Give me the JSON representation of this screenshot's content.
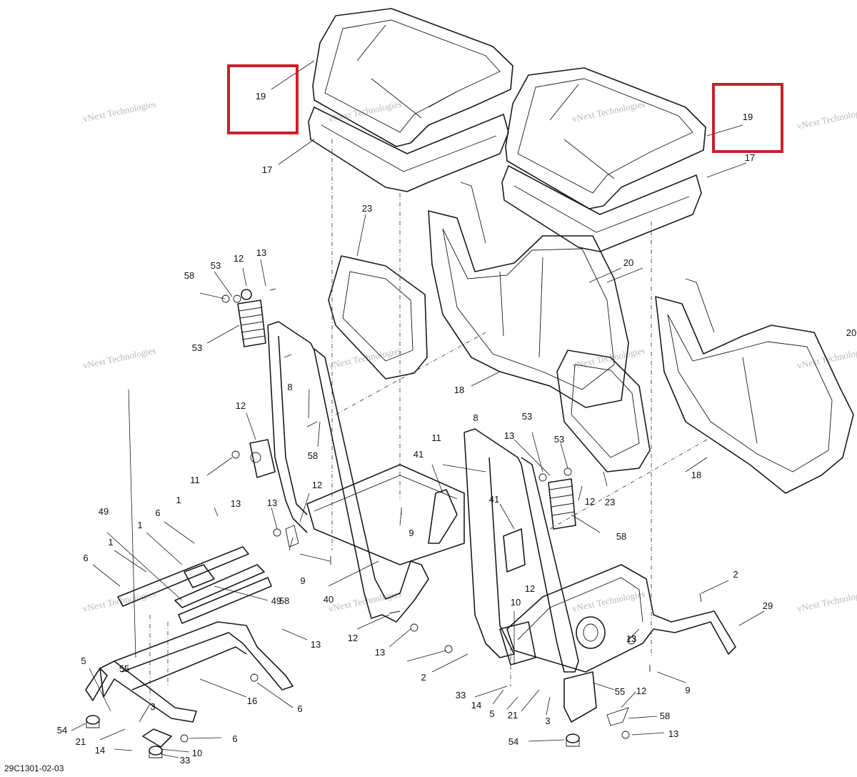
{
  "diagram": {
    "drawing_code": "29C1301-02-03",
    "watermark_text": "vNext Technologies",
    "highlight_color": "#cc1f2b",
    "highlighted_callouts": [
      "19",
      "19"
    ],
    "callouts": [
      "19",
      "17",
      "19",
      "17",
      "23",
      "20",
      "18",
      "20",
      "18",
      "23",
      "53",
      "12",
      "13",
      "58",
      "53",
      "12",
      "11",
      "8",
      "58",
      "13",
      "12",
      "13",
      "8",
      "11",
      "41",
      "41",
      "9",
      "53",
      "13",
      "53",
      "12",
      "58",
      "1",
      "49",
      "6",
      "1",
      "1",
      "6",
      "49",
      "9",
      "58",
      "40",
      "12",
      "13",
      "10",
      "13",
      "12",
      "2",
      "29",
      "13",
      "2",
      "9",
      "55",
      "5",
      "16",
      "6",
      "3",
      "54",
      "21",
      "6",
      "14",
      "10",
      "33",
      "33",
      "14",
      "5",
      "21",
      "3",
      "55",
      "12",
      "58",
      "13",
      "54"
    ]
  }
}
